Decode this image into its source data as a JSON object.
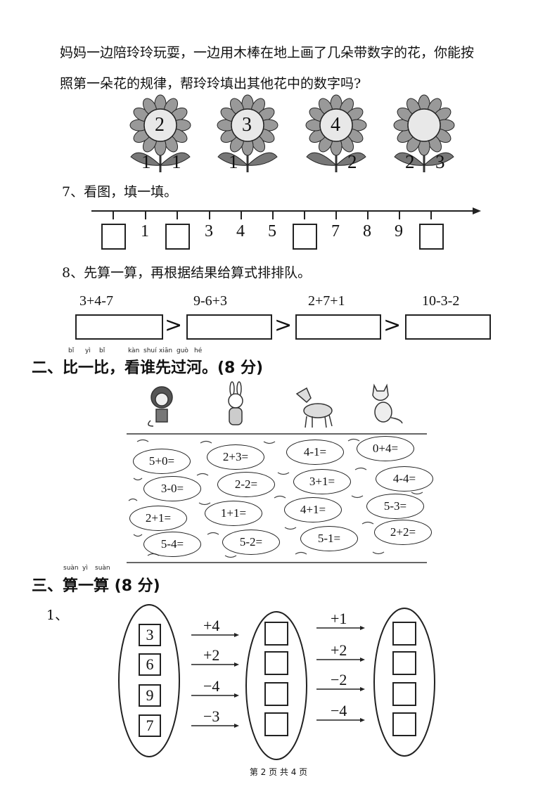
{
  "intro": {
    "line1": "妈妈一边陪玲玲玩耍，一边用木棒在地上画了几朵带数字的花，你能按",
    "line2": "照第一朵花的规律，帮玲玲填出其他花中的数字吗?"
  },
  "flowers": [
    {
      "center": "2",
      "left": "1",
      "right": "1"
    },
    {
      "center": "3",
      "left": "1",
      "right": ""
    },
    {
      "center": "4",
      "left": "",
      "right": "2"
    },
    {
      "center": "",
      "left": "2",
      "right": "3"
    }
  ],
  "q7": {
    "title": "7、看图，填一填。",
    "labels": [
      "",
      "1",
      "",
      "3",
      "4",
      "5",
      "",
      "7",
      "8",
      "9",
      ""
    ]
  },
  "q8": {
    "title": "8、先算一算，再根据结果给算式排排队。",
    "expressions": [
      "3+4-7",
      "9-6+3",
      "2+7+1",
      "10-3-2"
    ],
    "comparator": ">"
  },
  "section2": {
    "pinyin": [
      "bǐ",
      "yì",
      "bǐ",
      "kàn",
      "shuí",
      "xiān",
      "guò",
      "hé"
    ],
    "title": "二、比一比，看谁先过河。(8 分)",
    "animals": [
      "monkey",
      "rabbit",
      "horse",
      "cat"
    ],
    "ovals": [
      "5+0=",
      "2+3=",
      "4-1=",
      "0+4=",
      "3-0=",
      "2-2=",
      "3+1=",
      "4-4=",
      "2+1=",
      "1+1=",
      "4+1=",
      "5-3=",
      "5-4=",
      "5-2=",
      "5-1=",
      "2+2="
    ]
  },
  "section3": {
    "pinyin": [
      "suàn",
      "yì",
      "suàn"
    ],
    "title": "三、算一算 (8 分)",
    "q1_label": "1、",
    "start_numbers": [
      "3",
      "6",
      "9",
      "7"
    ],
    "ops1": [
      "+4",
      "+2",
      "−4",
      "−3"
    ],
    "ops2": [
      "+1",
      "+2",
      "−2",
      "−4"
    ]
  },
  "footer": "第 2 页 共 4 页"
}
